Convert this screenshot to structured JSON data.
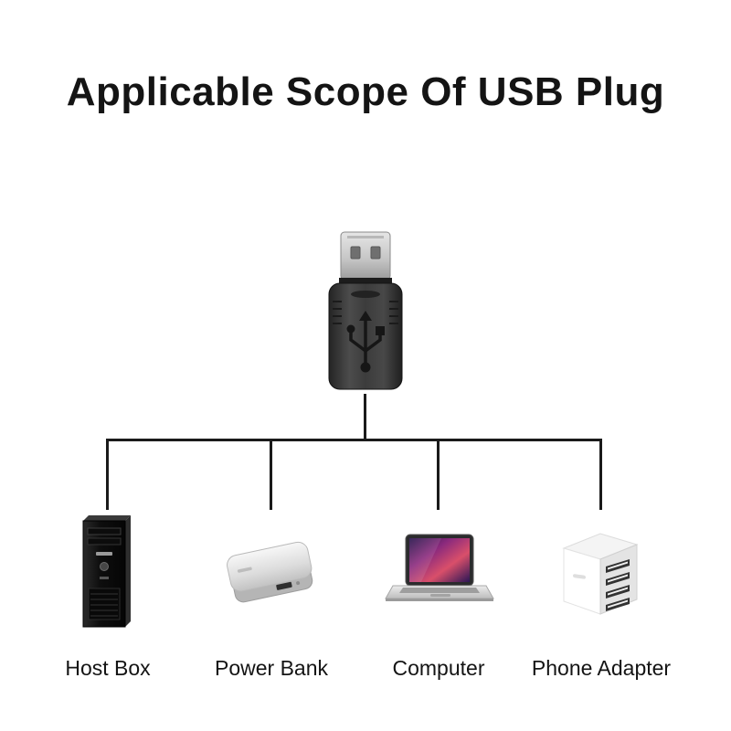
{
  "title": "Applicable Scope Of USB Plug",
  "plug": {
    "icon": "usb-a-plug-icon"
  },
  "devices": [
    {
      "id": "host-box",
      "icon": "tower-pc-icon",
      "label": "Host Box"
    },
    {
      "id": "power-bank",
      "icon": "power-bank-icon",
      "label": "Power Bank"
    },
    {
      "id": "computer",
      "icon": "laptop-icon",
      "label": "Computer"
    },
    {
      "id": "phone-adapter",
      "icon": "usb-charger-icon",
      "label": "Phone Adapter"
    }
  ],
  "colors": {
    "background": "#ffffff",
    "text": "#141414",
    "line": "#1a1a1a"
  }
}
